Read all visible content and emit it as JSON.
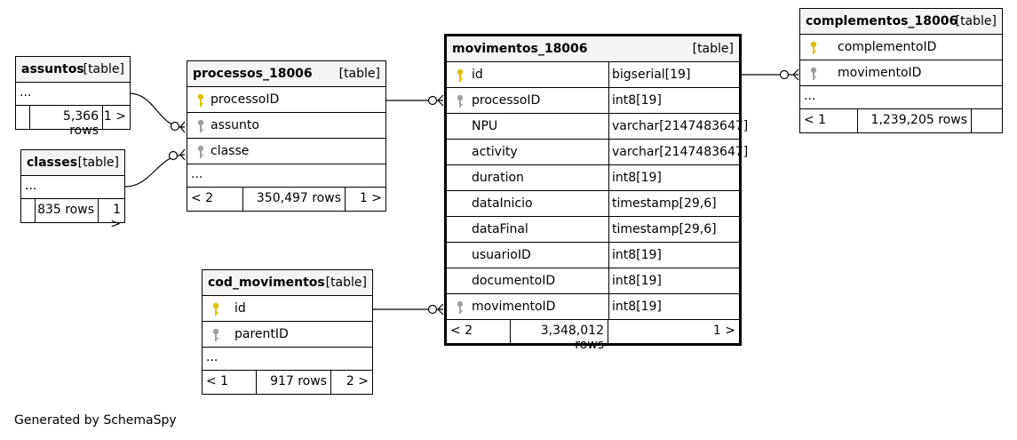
{
  "footer_text": "Generated by SchemaSpy",
  "colors": {
    "pk_key": "#e0c000",
    "fk_key": "#a0a0a0",
    "header_bg": "#f4f4f4",
    "line": "#000000"
  },
  "tables": {
    "assuntos": {
      "name": "assuntos",
      "kind": "[table]",
      "more": "...",
      "foot": [
        "",
        "5,366 rows",
        "1 >"
      ]
    },
    "classes": {
      "name": "classes",
      "kind": "[table]",
      "more": "...",
      "foot": [
        "",
        "835 rows",
        "1 >"
      ]
    },
    "processos": {
      "name": "processos_18006",
      "kind": "[table]",
      "columns": [
        {
          "name": "processoID",
          "key": "pk"
        },
        {
          "name": "assunto",
          "key": "fk"
        },
        {
          "name": "classe",
          "key": "fk"
        }
      ],
      "more": "...",
      "foot": [
        "< 2",
        "350,497 rows",
        "1 >"
      ]
    },
    "cod_movimentos": {
      "name": "cod_movimentos",
      "kind": "[table]",
      "columns": [
        {
          "name": "id",
          "key": "pk"
        },
        {
          "name": "parentID",
          "key": "fk"
        }
      ],
      "more": "...",
      "foot": [
        "< 1",
        "917 rows",
        "2 >"
      ]
    },
    "movimentos": {
      "name": "movimentos_18006",
      "kind": "[table]",
      "columns": [
        {
          "name": "id",
          "type": "bigserial[19]",
          "key": "pk"
        },
        {
          "name": "processoID",
          "type": "int8[19]",
          "key": "fk"
        },
        {
          "name": "NPU",
          "type": "varchar[2147483647]",
          "key": ""
        },
        {
          "name": "activity",
          "type": "varchar[2147483647]",
          "key": ""
        },
        {
          "name": "duration",
          "type": "int8[19]",
          "key": ""
        },
        {
          "name": "dataInicio",
          "type": "timestamp[29,6]",
          "key": ""
        },
        {
          "name": "dataFinal",
          "type": "timestamp[29,6]",
          "key": ""
        },
        {
          "name": "usuarioID",
          "type": "int8[19]",
          "key": ""
        },
        {
          "name": "documentoID",
          "type": "int8[19]",
          "key": ""
        },
        {
          "name": "movimentoID",
          "type": "int8[19]",
          "key": "fk"
        }
      ],
      "foot": [
        "< 2",
        "3,348,012 rows",
        "1 >"
      ]
    },
    "complementos": {
      "name": "complementos_18006",
      "kind": "[table]",
      "columns": [
        {
          "name": "complementoID",
          "key": "pk"
        },
        {
          "name": "movimentoID",
          "key": "fk"
        }
      ],
      "more": "...",
      "foot": [
        "< 1",
        "1,239,205 rows",
        ""
      ]
    }
  }
}
